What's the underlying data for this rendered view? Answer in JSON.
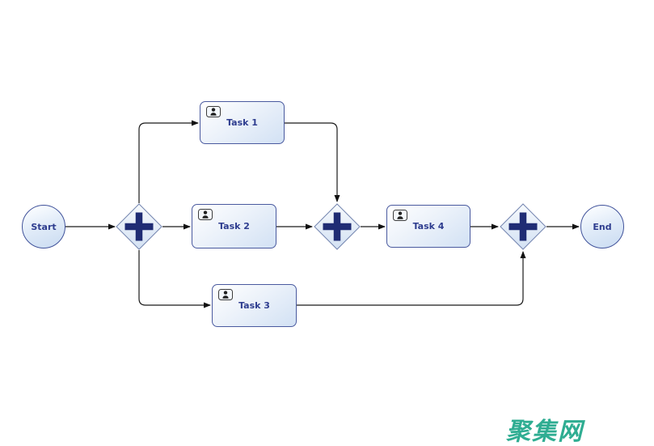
{
  "diagram": {
    "type": "bpmn-process-flow",
    "nodes": {
      "start": {
        "label": "Start",
        "type": "start-event"
      },
      "split_gateway": {
        "type": "parallel-gateway",
        "icon": "plus-icon"
      },
      "task1": {
        "label": "Task 1",
        "type": "user-task",
        "icon": "user-task-icon"
      },
      "task2": {
        "label": "Task 2",
        "type": "user-task",
        "icon": "user-task-icon"
      },
      "task3": {
        "label": "Task 3",
        "type": "user-task",
        "icon": "user-task-icon"
      },
      "join_gateway_1": {
        "type": "parallel-gateway",
        "icon": "plus-icon"
      },
      "task4": {
        "label": "Task 4",
        "type": "user-task",
        "icon": "user-task-icon"
      },
      "join_gateway_2": {
        "type": "parallel-gateway",
        "icon": "plus-icon"
      },
      "end": {
        "label": "End",
        "type": "end-event"
      }
    },
    "flows": [
      {
        "from": "start",
        "to": "split_gateway"
      },
      {
        "from": "split_gateway",
        "to": "task1"
      },
      {
        "from": "split_gateway",
        "to": "task2"
      },
      {
        "from": "split_gateway",
        "to": "task3"
      },
      {
        "from": "task1",
        "to": "join_gateway_1"
      },
      {
        "from": "task2",
        "to": "join_gateway_1"
      },
      {
        "from": "join_gateway_1",
        "to": "task4"
      },
      {
        "from": "task4",
        "to": "join_gateway_2"
      },
      {
        "from": "task3",
        "to": "join_gateway_2"
      },
      {
        "from": "join_gateway_2",
        "to": "end"
      }
    ],
    "colors": {
      "node_border": "#41539B",
      "gateway_border": "#7384AF",
      "node_fill_top": "#FAFCFE",
      "node_fill_bottom": "#CFDFF3",
      "label_text": "#2E3D8F",
      "gateway_plus": "#1F2C74",
      "connector_line": "#1A1A1A"
    }
  },
  "watermark": {
    "text": "聚集网",
    "color": "#2FAD92"
  }
}
